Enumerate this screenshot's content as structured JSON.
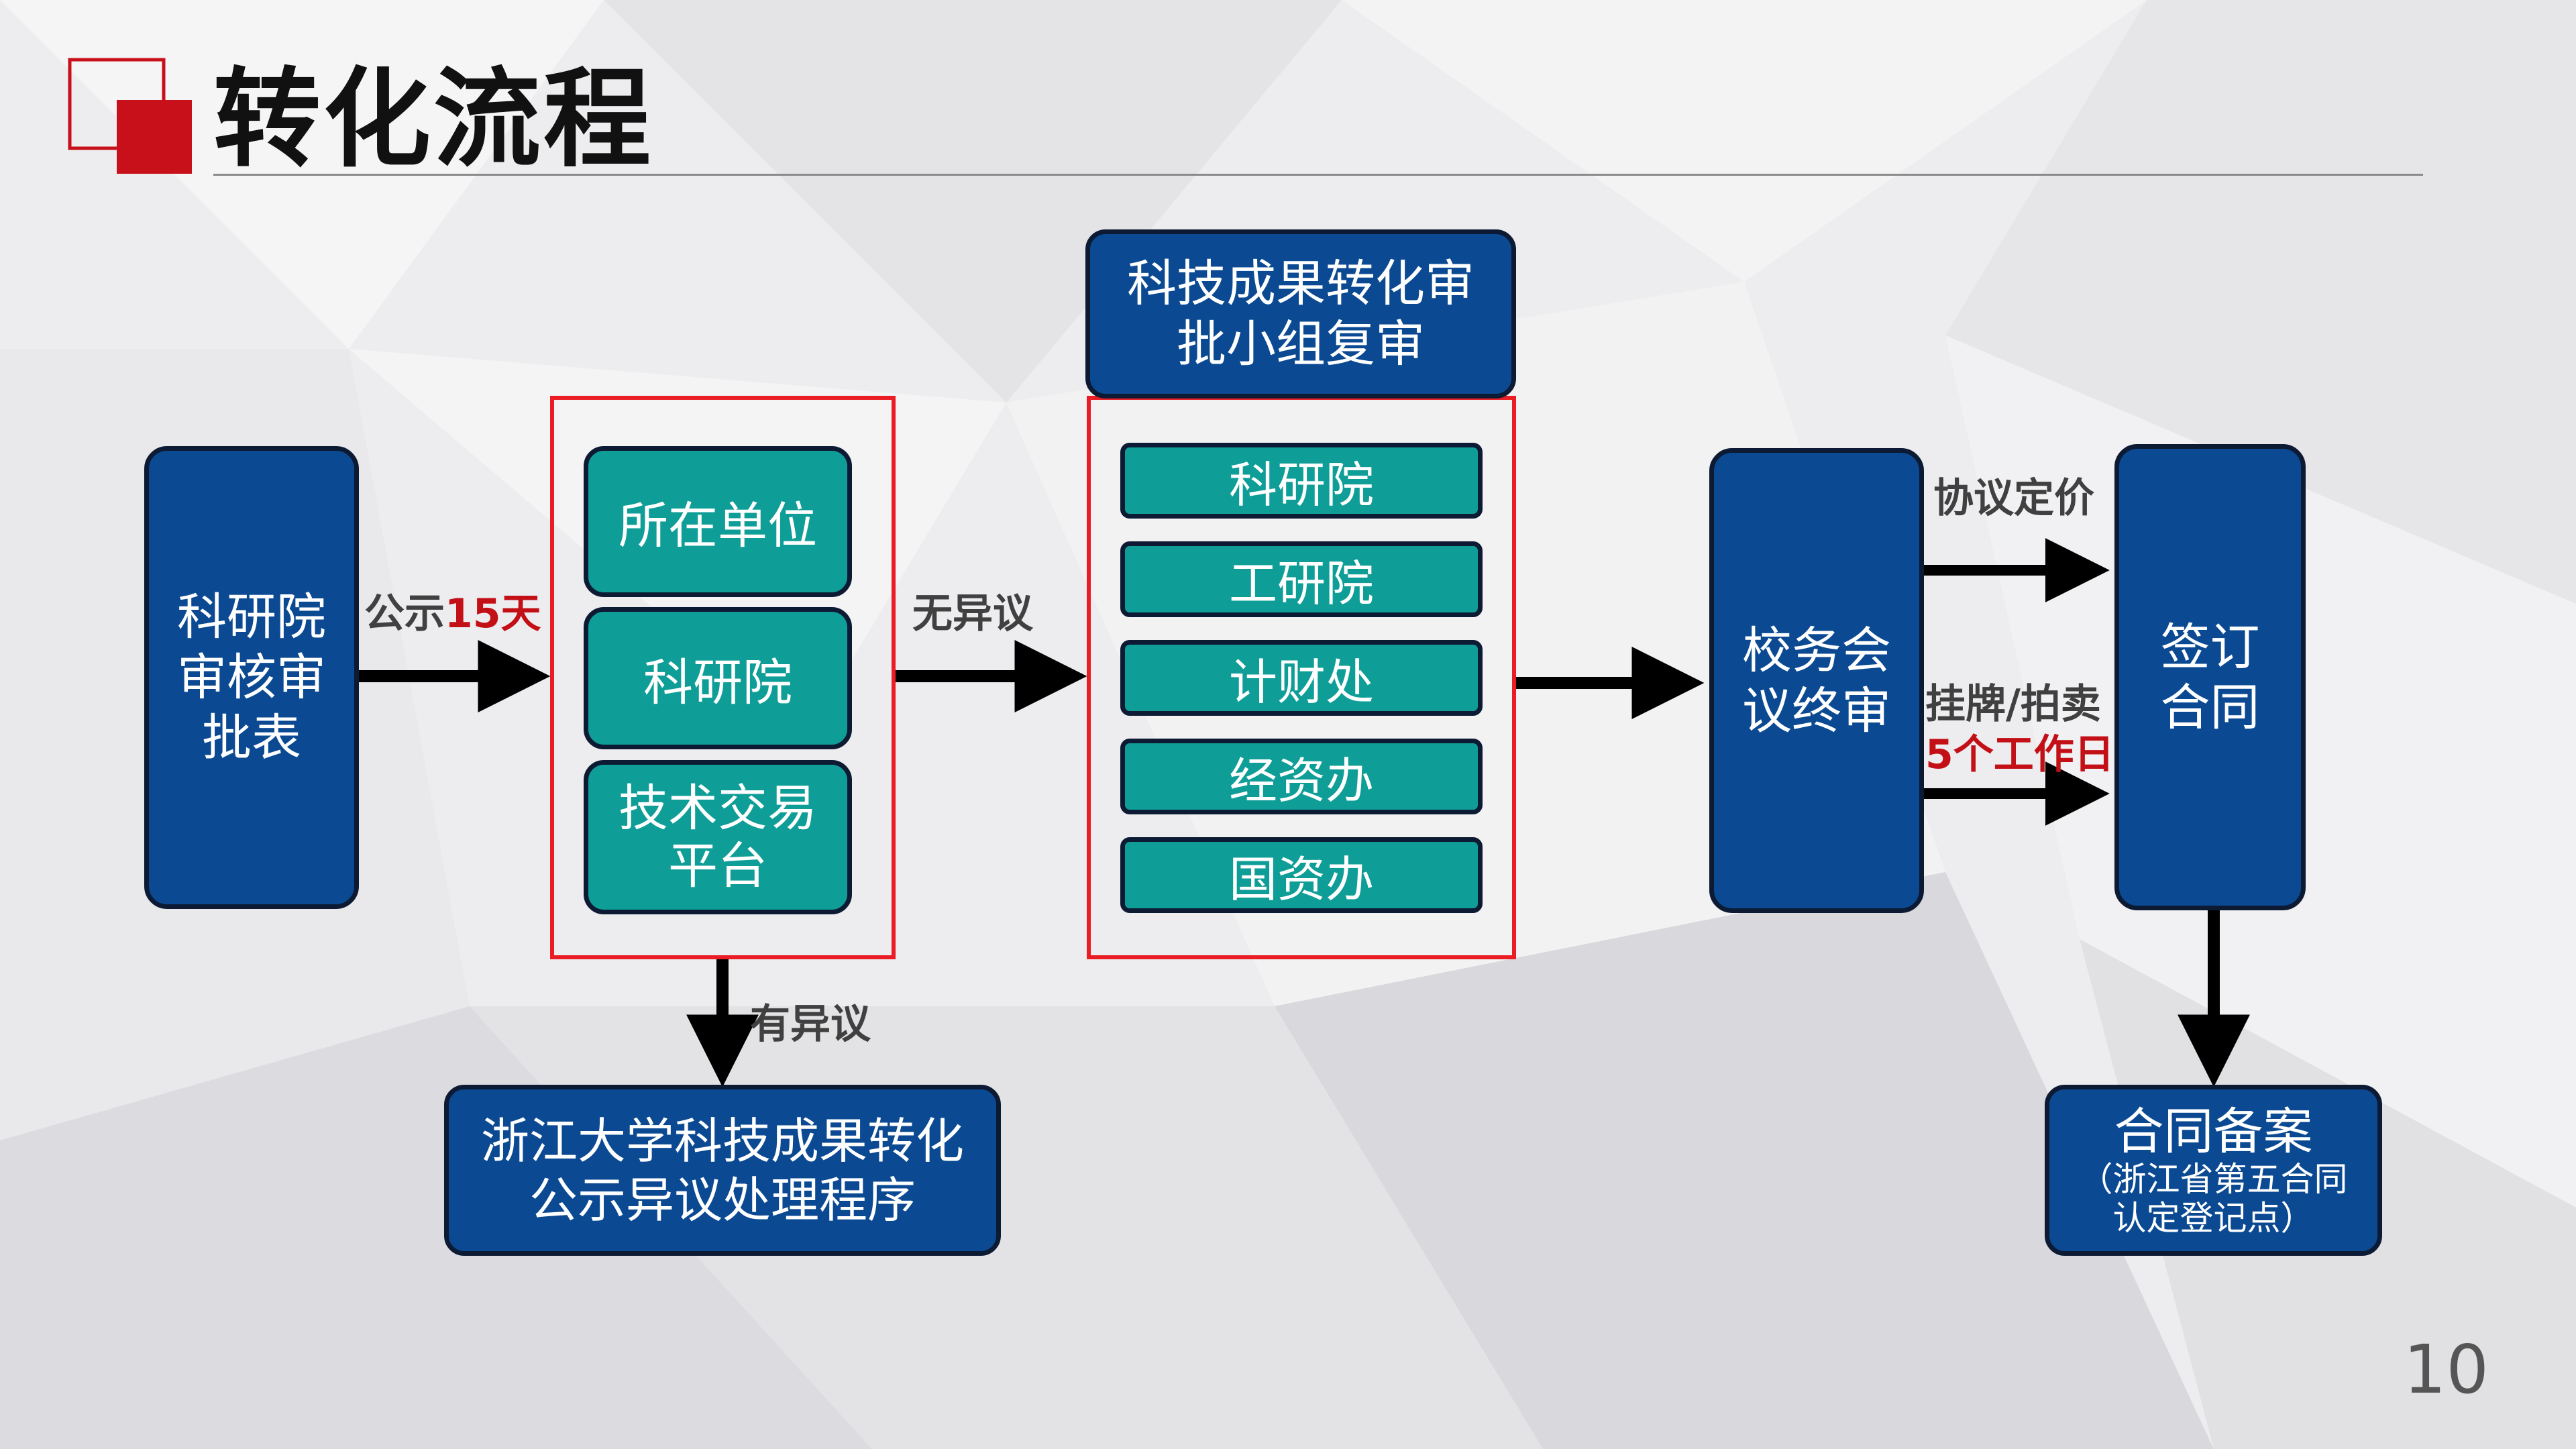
{
  "slide": {
    "title": "转化流程",
    "page_number": "10",
    "colors": {
      "accent_red": "#c8101a",
      "navy": "#0b4a92",
      "teal": "#0f9e97",
      "frame_red": "#ea1c24"
    }
  },
  "nodes": {
    "approval_form": "科研院\n审核审\n批表",
    "unit": "所在单位",
    "research_institute": "科研院",
    "tech_trading_platform": "技术交易\n平台",
    "review_group": "科技成果转化审\n批小组复审",
    "review_research_institute": "科研院",
    "review_engineering_institute": "工研院",
    "review_finance_office": "计财处",
    "review_asset_office": "经资办",
    "review_state_asset_office": "国资办",
    "school_meeting": "校务会\n议终审",
    "sign_contract": "签订\n合同",
    "objection_procedure": "浙江大学科技成果转化\n公示异议处理程序",
    "contract_filing_title": "合同备案",
    "contract_filing_note": "（浙江省第五合同\n认定登记点）"
  },
  "labels": {
    "publicity_prefix": "公示",
    "publicity_days": "15天",
    "no_objection": "无异议",
    "has_objection": "有异议",
    "negotiated_price": "协议定价",
    "listing_auction": "挂牌/拍卖",
    "five_workdays": "5个工作日"
  }
}
